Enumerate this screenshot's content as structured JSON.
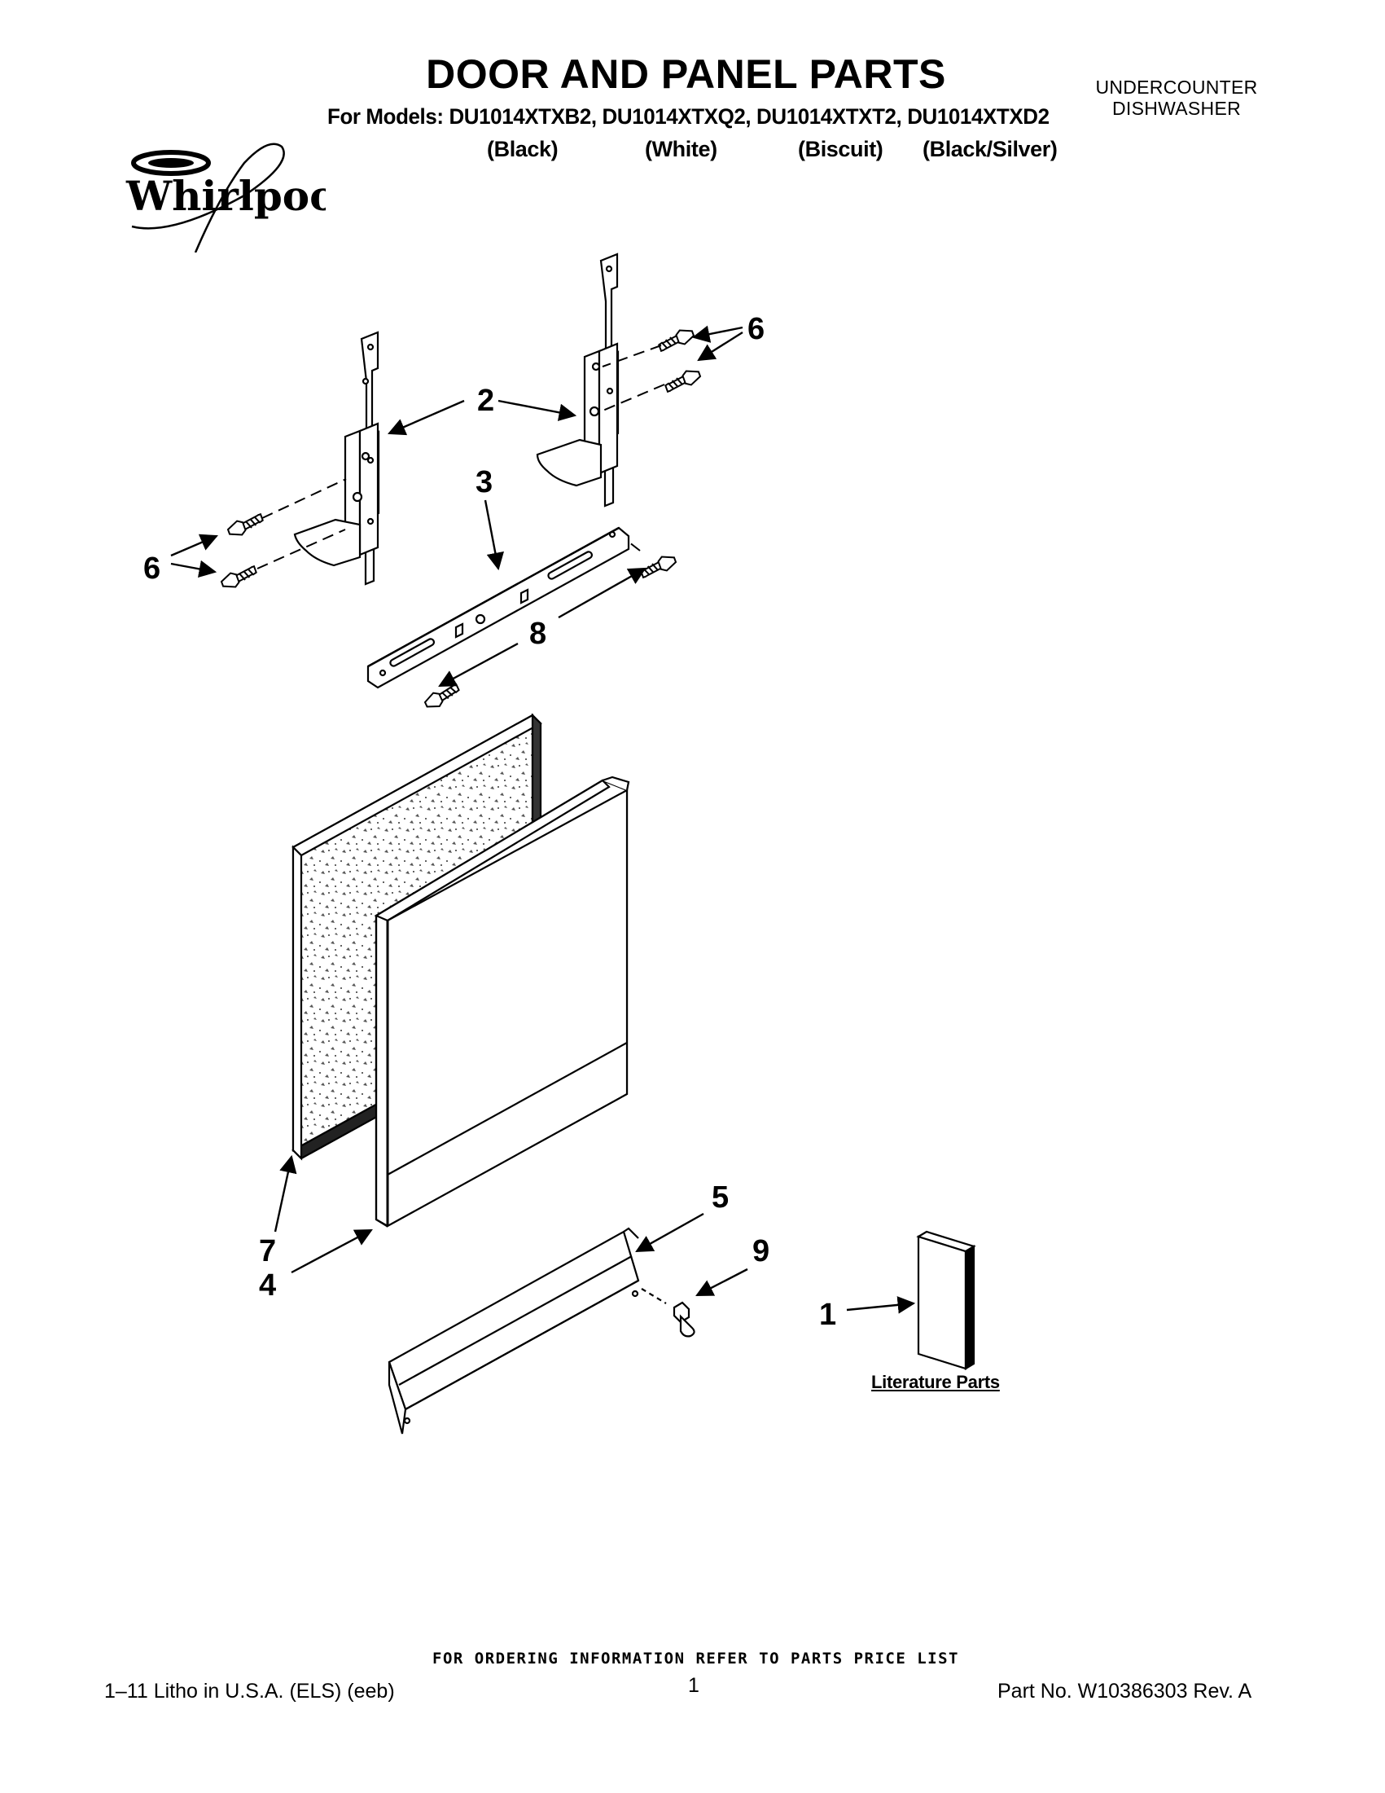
{
  "header": {
    "title": "DOOR AND PANEL PARTS",
    "models_line": "For Models: DU1014XTXB2, DU1014XTXQ2, DU1014XTXT2, DU1014XTXD2",
    "colors": [
      "(Black)",
      "(White)",
      "(Biscuit)",
      "(Black/Silver)"
    ],
    "appliance_type_line1": "UNDERCOUNTER",
    "appliance_type_line2": "DISHWASHER",
    "brand": "Whirlpool"
  },
  "diagram": {
    "callouts": [
      "1",
      "2",
      "3",
      "4",
      "5",
      "6",
      "6",
      "7",
      "8",
      "9"
    ],
    "literature_label": "Literature Parts"
  },
  "footer": {
    "ordering_note": "FOR ORDERING INFORMATION REFER TO PARTS PRICE LIST",
    "litho": "1–11 Litho in U.S.A. (ELS) (eeb)",
    "page_number": "1",
    "part_number": "Part No. W10386303 Rev. A"
  }
}
